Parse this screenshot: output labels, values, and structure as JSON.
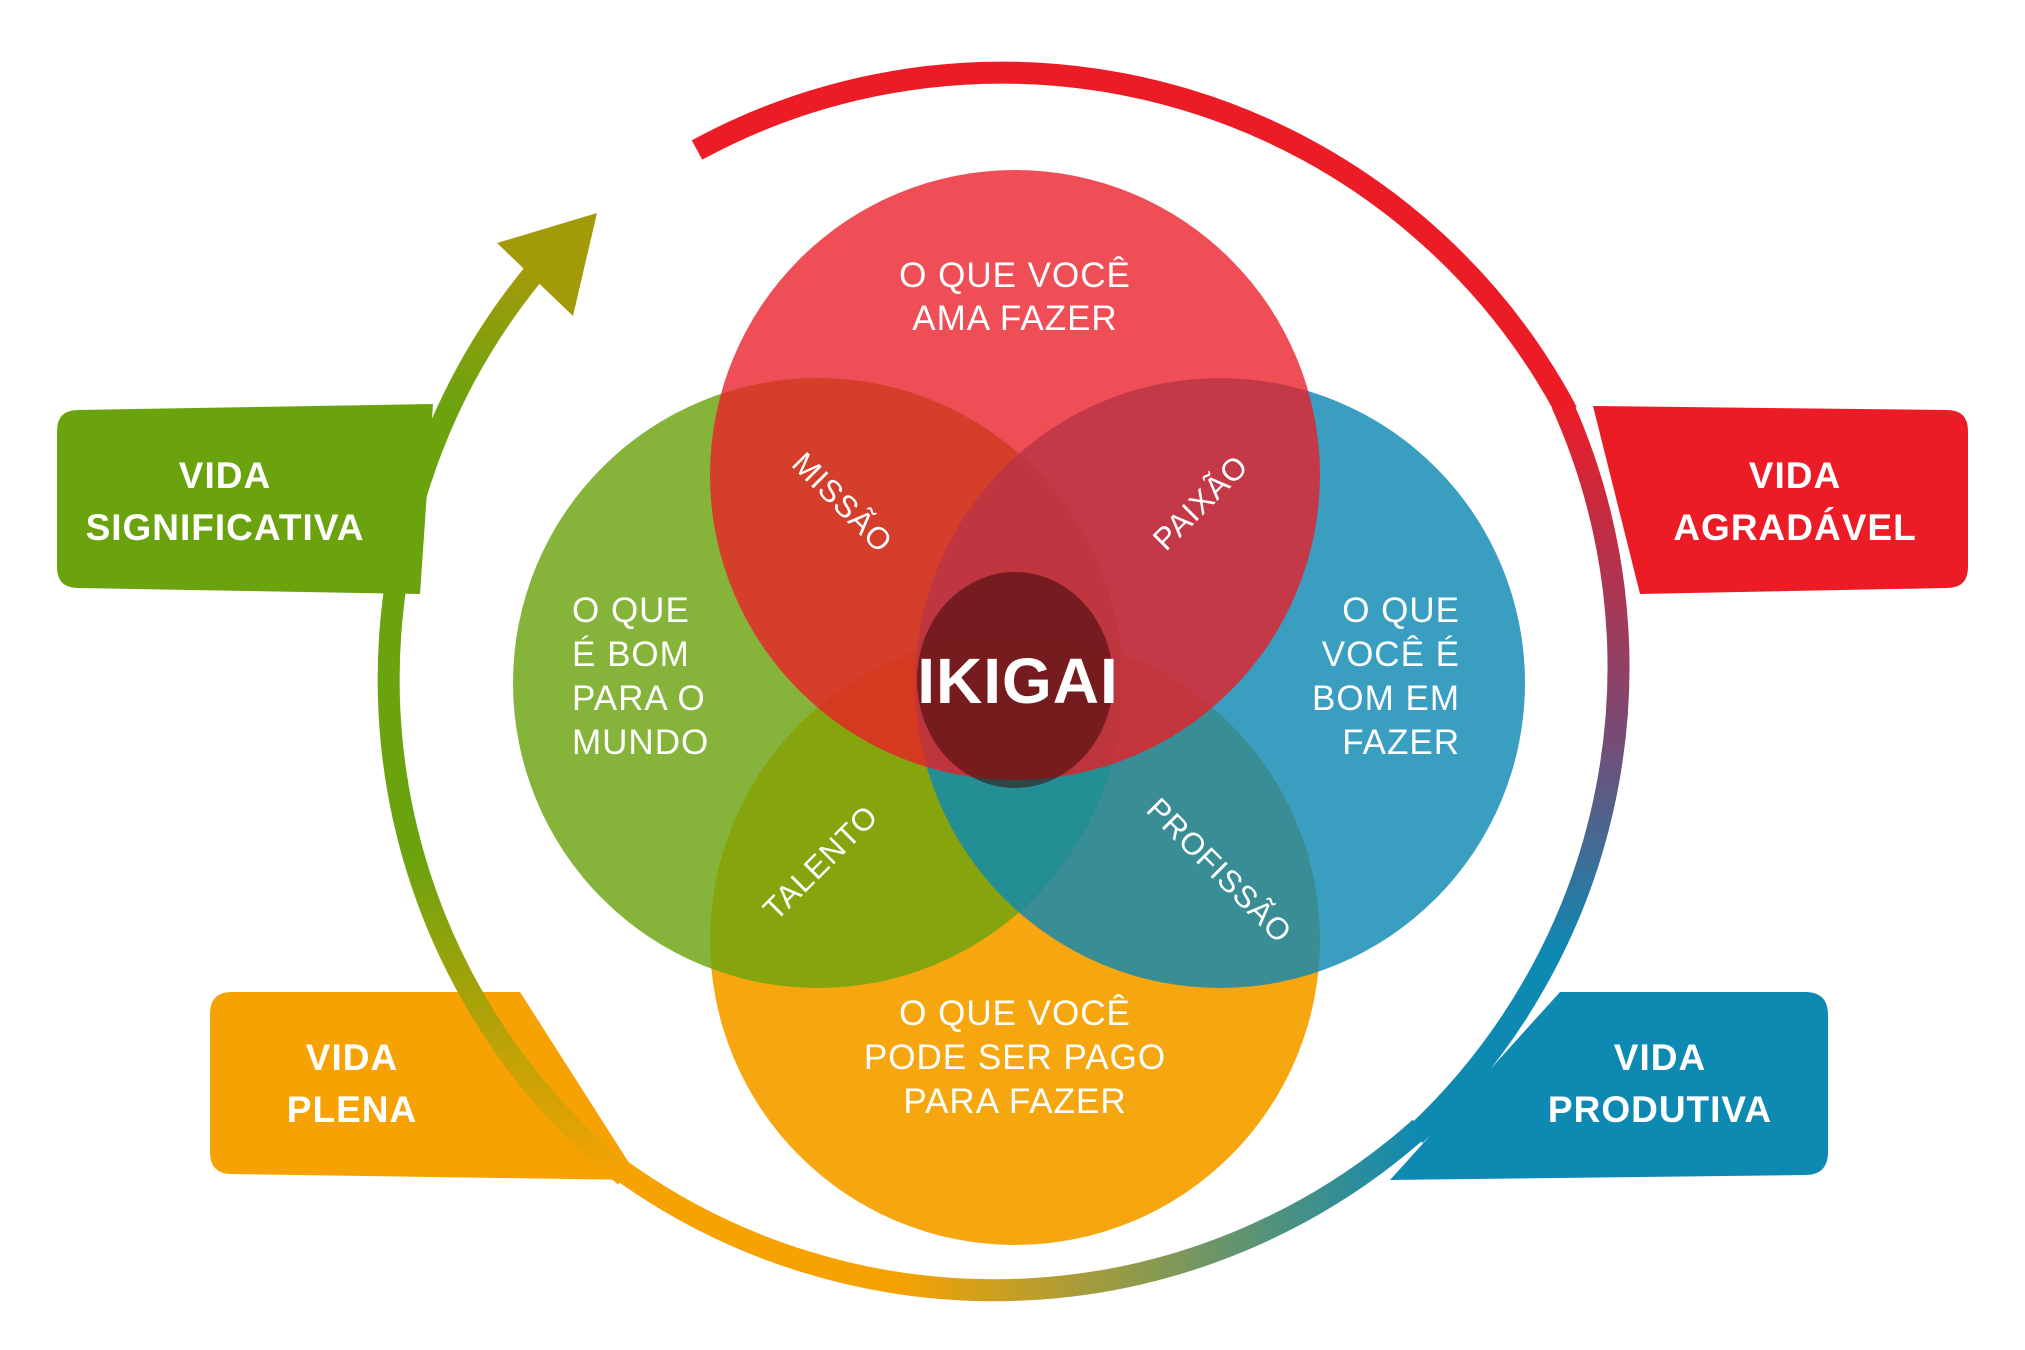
{
  "colors": {
    "red": "#EC1C27",
    "green": "#6BA30F",
    "blue": "#0E89B2",
    "orange": "#F6A202"
  },
  "tabs": {
    "significativa": [
      "VIDA",
      "SIGNIFICATIVA"
    ],
    "agradavel": [
      "VIDA",
      "AGRADÁVEL"
    ],
    "plena": [
      "VIDA",
      "PLENA"
    ],
    "produtiva": [
      "VIDA",
      "PRODUTIVA"
    ]
  },
  "circles": {
    "top": [
      "O QUE VOCÊ",
      "AMA FAZER"
    ],
    "left": [
      "O QUE",
      "É BOM",
      "PARA O",
      "MUNDO"
    ],
    "right": [
      "O QUE",
      "VOCÊ É",
      "BOM EM",
      "FAZER"
    ],
    "bottom": [
      "O QUE VOCÊ",
      "PODE SER PAGO",
      "PARA FAZER"
    ]
  },
  "overlaps": {
    "missao": "MISSÃO",
    "paixao": "PAIXÃO",
    "talento": "TALENTO",
    "profissao": "PROFISSÃO"
  },
  "center": "IKIGAI",
  "icons": {
    "cycle_arrow": "cycle-arrow-icon"
  }
}
